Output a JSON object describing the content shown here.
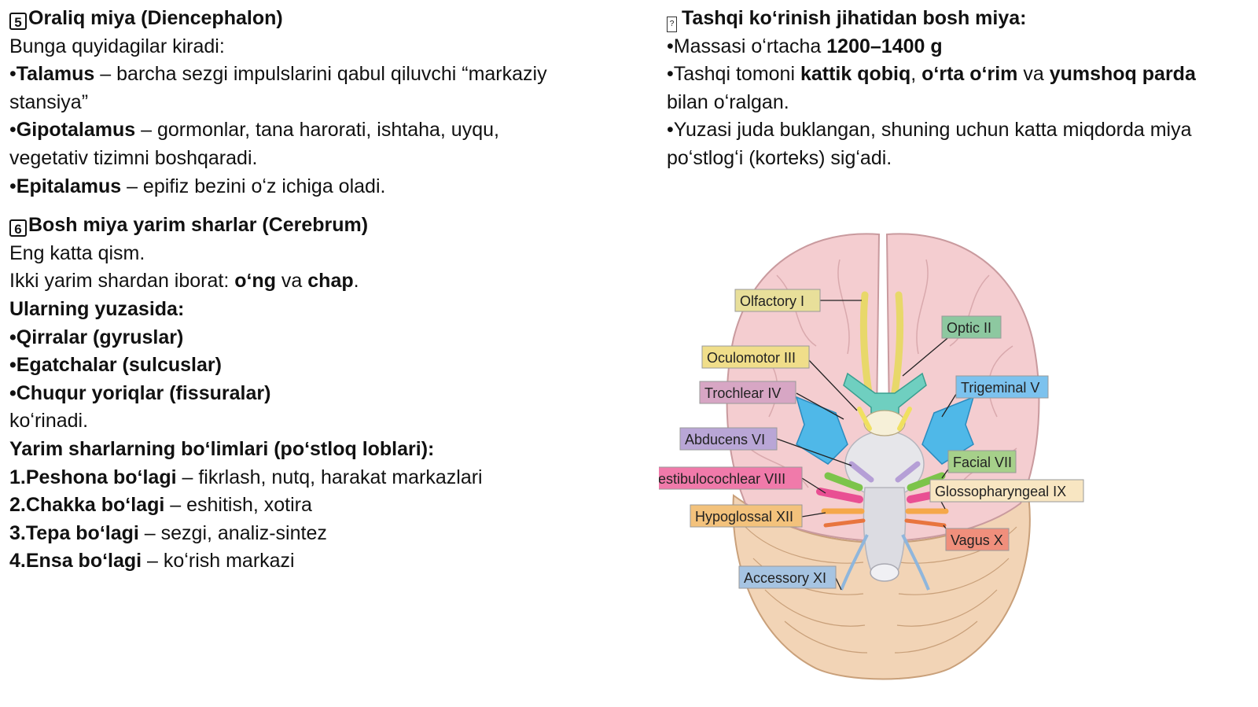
{
  "left": {
    "section5": {
      "num": "5",
      "title": "Oraliq miya (Diencephalon)",
      "intro": "Bunga quyidagilar kiradi:",
      "items": [
        {
          "bullet": "•",
          "term": "Talamus",
          "desc": " – barcha sezgi impulslarini qabul qiluvchi “markaziy",
          "desc2": "stansiya”"
        },
        {
          "bullet": "•",
          "term": "Gipotalamus",
          "desc": " – gormonlar, tana harorati, ishtaha, uyqu,",
          "desc2": "vegetativ tizimni boshqaradi."
        },
        {
          "bullet": "•",
          "term": "Epitalamus",
          "desc": " – epifiz bezini oʻz ichiga oladi."
        }
      ]
    },
    "section6": {
      "num": "6",
      "title": "Bosh miya yarim sharlar (Cerebrum)",
      "line1": "Eng katta qism.",
      "line2_pre": "Ikki yarim shardan iborat: ",
      "line2_b1": "oʻng",
      "line2_mid": " va ",
      "line2_b2": "chap",
      "line2_end": ".",
      "surface_title": "Ularning yuzasida:",
      "surface_items": [
        "•Qirralar (gyruslar)",
        "•Egatchalar (sulcuslar)",
        "•Chuqur yoriqlar (fissuralar)"
      ],
      "surface_end": "koʻrinadi.",
      "lobes_title": "Yarim sharlarning boʻlimlari (poʻstloq loblari):",
      "lobes": [
        {
          "term": "1.Peshona boʻlagi",
          "desc": " – fikrlash, nutq, harakat markazlari"
        },
        {
          "term": "2.Chakka boʻlagi",
          "desc": " – eshitish, xotira"
        },
        {
          "term": "3.Tepa boʻlagi",
          "desc": " – sezgi, analiz-sintez"
        },
        {
          "term": "4.Ensa boʻlagi",
          "desc": " – koʻrish markazi"
        }
      ]
    }
  },
  "right": {
    "title": "Tashqi koʻrinish jihatidan bosh miya:",
    "mass_pre": "•Massasi oʻrtacha ",
    "mass_b": "1200–1400 g",
    "cover_pre": "•Tashqi tomoni ",
    "cover_b1": "kattik qobiq",
    "cover_sep": ", ",
    "cover_b2": "oʻrta oʻrim",
    "cover_mid": " va ",
    "cover_b3": "yumshoq parda",
    "cover_end": "bilan oʻralgan.",
    "surface_1": "•Yuzasi juda buklangan, shuning uchun katta miqdorda miya",
    "surface_2": "poʻstlogʻi (korteks) sigʻadi."
  },
  "diagram": {
    "labels": {
      "olfactory": "Olfactory I",
      "optic": "Optic II",
      "oculomotor": "Oculomotor III",
      "trochlear": "Trochlear IV",
      "trigeminal": "Trigeminal V",
      "abducens": "Abducens VI",
      "facial": "Facial VII",
      "vestibulocochlear": "Vestibulocochlear VIII",
      "glossopharyngeal": "Glossopharyngeal IX",
      "vagus": "Vagus X",
      "accessory": "Accessory XI",
      "hypoglossal": "Hypoglossal XII"
    },
    "colors": {
      "olfactory": "#e8df9a",
      "optic": "#8dc8a0",
      "oculomotor": "#f0de8a",
      "trochlear": "#d7a6c4",
      "trigeminal": "#7cc2ee",
      "abducens": "#b9a6d6",
      "facial": "#a6d08a",
      "vestibulocochlear": "#f07aaa",
      "glossopharyngeal": "#f8e6c2",
      "vagus": "#f08f7c",
      "accessory": "#a6c4e2",
      "hypoglossal": "#f3c27c"
    }
  }
}
